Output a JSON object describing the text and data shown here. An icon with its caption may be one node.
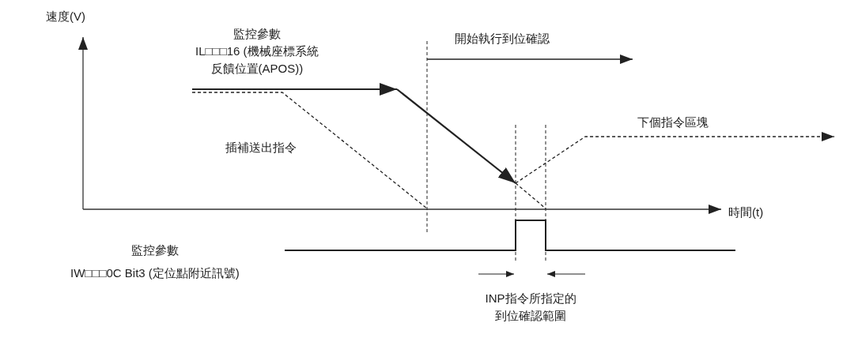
{
  "diagram": {
    "labels": [
      "速度(V)",
      "監控參數",
      "IL□□□16 (機械座標系統",
      "反饋位置(APOS))",
      "開始執行到位確認",
      "插補送出指令",
      "下個指令區塊",
      "時間(t)",
      "監控參數",
      "IW□□□0C Bit3 (定位點附近訊號)",
      "INP指令所指定的",
      "到位確認範圍"
    ]
  }
}
